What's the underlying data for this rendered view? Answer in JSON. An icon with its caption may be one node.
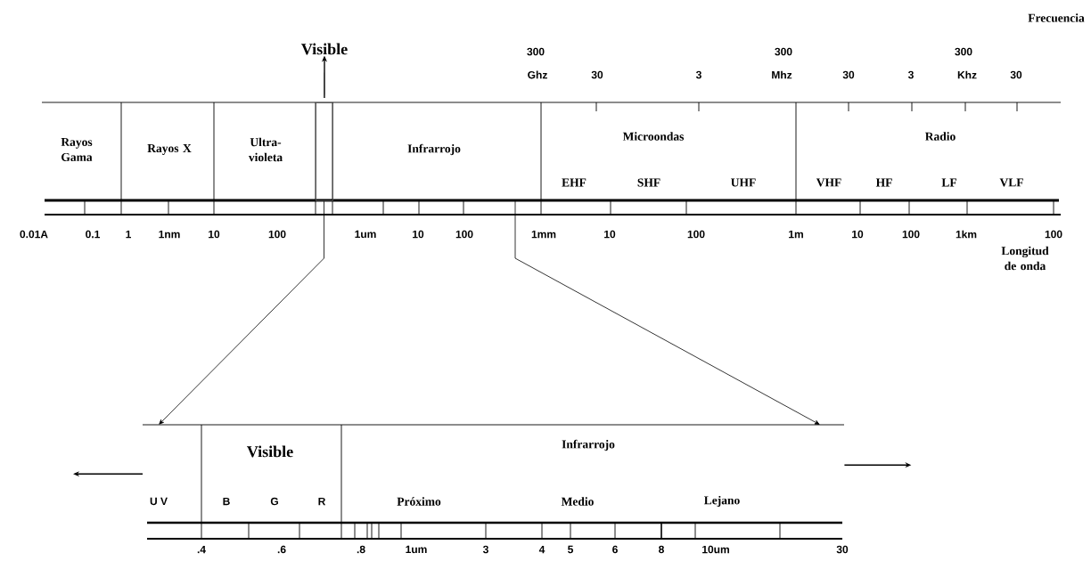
{
  "diagram": {
    "nodes": [
      {
        "text": [
          "Visible"
        ]
      },
      {
        "text": [
          "Rayos Gama"
        ]
      },
      {
        "text": [
          "Rayos X"
        ]
      },
      {
        "text": [
          "Ultra- violeta"
        ]
      },
      {
        "text": [],
        "shape": "box"
      },
      {
        "text": [
          "Infrarrojo"
        ]
      },
      {
        "text": [
          "Microondas",
          "EHF",
          "SHF",
          "UHF"
        ]
      },
      {
        "text": [
          "Radio",
          "VHF",
          "HF",
          "LF",
          "VLF"
        ]
      },
      {
        "text": [
          "U V"
        ]
      },
      {
        "text": [
          "Visible",
          "B",
          "G",
          "R"
        ]
      },
      {
        "text": [
          "Infrarrojo",
          "Próximo",
          "Medio",
          "Lejano"
        ]
      }
    ],
    "edges": [
      {
        "from": 4,
        "to": 0,
        "arrow": "to"
      },
      {
        "from": 4,
        "to": 8,
        "arrow": "to"
      },
      {
        "from": 5,
        "to": 10,
        "arrow": "to"
      },
      {
        "from": 8,
        "to": null,
        "arrow": "to"
      },
      {
        "from": 10,
        "to": null,
        "arrow": "to"
      }
    ],
    "labels": [
      "Frecuencia",
      "300",
      "300",
      "300",
      "Ghz",
      "30",
      "3",
      "Mhz",
      "30",
      "3",
      "Khz",
      "30",
      "0.01A",
      "0.1",
      "1",
      "1nm",
      "10",
      "100",
      "1um",
      "10",
      "100",
      "1mm",
      "10",
      "100",
      "1m",
      "10",
      "100",
      "1km",
      "100",
      "Longitud de onda",
      ".4",
      ".6",
      ".8",
      "1um",
      "3",
      "4",
      "5",
      "6",
      "8",
      "10um",
      "30"
    ]
  }
}
